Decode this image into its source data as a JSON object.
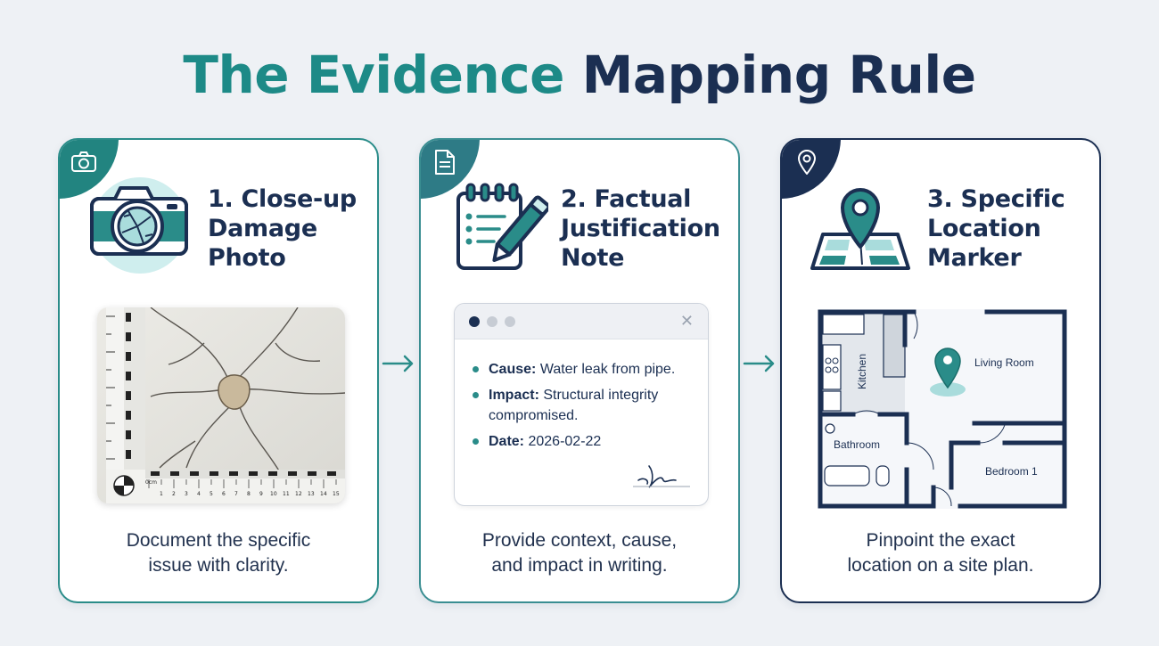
{
  "title": {
    "part1": "The Evidence",
    "part2": "Mapping Rule"
  },
  "cards": [
    {
      "corner_icon": "camera-icon",
      "head_icon": "cracked-lens-camera-icon",
      "title_lines": [
        "1. Close-up",
        "Damage",
        "Photo"
      ],
      "caption_lines": [
        "Document the specific",
        "issue with clarity."
      ]
    },
    {
      "corner_icon": "document-icon",
      "head_icon": "notepad-pencil-icon",
      "title_lines": [
        "2. Factual",
        "Justification",
        "Note"
      ],
      "note": {
        "items": [
          {
            "label": "Cause:",
            "text": "Water leak from pipe."
          },
          {
            "label": "Impact:",
            "text": "Structural integrity compromised."
          },
          {
            "label": "Date:",
            "text": "2026-02-22"
          }
        ],
        "close_glyph": "✕"
      },
      "caption_lines": [
        "Provide context, cause,",
        "and impact in writing."
      ]
    },
    {
      "corner_icon": "location-pin-icon",
      "head_icon": "map-pin-icon",
      "title_lines": [
        "3. Specific",
        "Location",
        "Marker"
      ],
      "plan_labels": {
        "kitchen": "Kitchen",
        "living": "Living Room",
        "bathroom": "Bathroom",
        "bedroom": "Bedroom 1"
      },
      "caption_lines": [
        "Pinpoint the exact",
        "location on a site plan."
      ]
    }
  ],
  "ruler": {
    "unit": "0cm",
    "ticks": [
      "1",
      "2",
      "3",
      "4",
      "5",
      "6",
      "7",
      "8",
      "9",
      "10",
      "11",
      "12",
      "13",
      "14",
      "15"
    ]
  },
  "colors": {
    "teal": "#1d8a87",
    "navy": "#1b2f52",
    "background": "#eef1f5"
  }
}
